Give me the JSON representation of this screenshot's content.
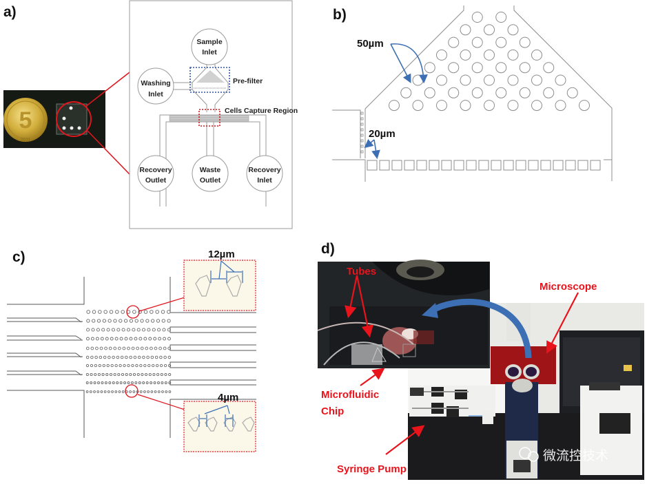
{
  "figure": {
    "panels": {
      "a": {
        "label": "a)",
        "photo": {
          "coin_label": "5",
          "coin_year": "2011"
        },
        "schematic": {
          "ports": [
            {
              "id": "sample-inlet",
              "line1": "Sample",
              "line2": "Inlet"
            },
            {
              "id": "washing-inlet",
              "line1": "Washing",
              "line2": "Inlet"
            },
            {
              "id": "recovery-outlet",
              "line1": "Recovery",
              "line2": "Outlet"
            },
            {
              "id": "waste-outlet",
              "line1": "Waste",
              "line2": "Outlet"
            },
            {
              "id": "recovery-inlet",
              "line1": "Recovery",
              "line2": "Inlet"
            }
          ],
          "prefilter_label": "Pre-filter",
          "capture_label": "Cells Capture Region"
        }
      },
      "b": {
        "label": "b)",
        "pillar_gap_label": "50µm",
        "channel_gap_label": "20µm"
      },
      "c": {
        "label": "c)",
        "top_inset_label": "12µm",
        "bottom_inset_label": "4µm"
      },
      "d": {
        "label": "d)",
        "annotations": {
          "tubes": "Tubes",
          "microscope": "Microscope",
          "chip_line1": "Microfluidic",
          "chip_line2": "Chip",
          "pump": "Syringe Pump"
        },
        "watermark": "微流控技术"
      }
    },
    "colors": {
      "annotation_red": "#e8131b",
      "arrow_blue": "#3d6fb4",
      "prefilter_blue": "#2f55a0",
      "outline_gray": "#8a8a8a"
    }
  }
}
